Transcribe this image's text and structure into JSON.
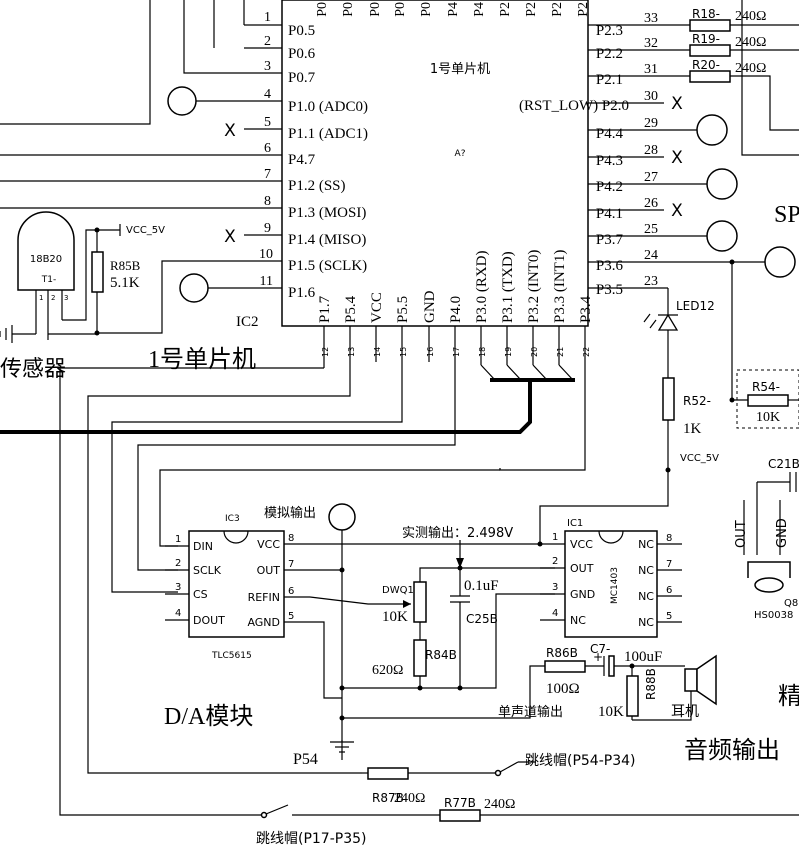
{
  "mcu": {
    "title": "1号单片机",
    "ref": "A?",
    "designator": "IC2",
    "caption": "1号单片机",
    "top_pins": [
      "P0",
      "P0",
      "P0",
      "P0",
      "P0",
      "P4",
      "P4",
      "P2",
      "P2",
      "P2",
      "P2"
    ],
    "left_pins": [
      {
        "num": "1",
        "name": "P0.5"
      },
      {
        "num": "2",
        "name": "P0.6"
      },
      {
        "num": "3",
        "name": "P0.7"
      },
      {
        "num": "4",
        "name": "P1.0 (ADC0)"
      },
      {
        "num": "5",
        "name": "P1.1 (ADC1)"
      },
      {
        "num": "6",
        "name": "P4.7"
      },
      {
        "num": "7",
        "name": "P1.2 (SS)"
      },
      {
        "num": "8",
        "name": "P1.3 (MOSI)"
      },
      {
        "num": "9",
        "name": "P1.4 (MISO)"
      },
      {
        "num": "10",
        "name": "P1.5 (SCLK)"
      },
      {
        "num": "11",
        "name": "P1.6"
      }
    ],
    "bottom_pins": [
      {
        "num": "12",
        "name": "P1.7"
      },
      {
        "num": "13",
        "name": "P5.4"
      },
      {
        "num": "14",
        "name": "VCC"
      },
      {
        "num": "15",
        "name": "P5.5"
      },
      {
        "num": "16",
        "name": "GND"
      },
      {
        "num": "17",
        "name": "P4.0"
      },
      {
        "num": "18",
        "name": "P3.0 (RXD)"
      },
      {
        "num": "19",
        "name": "P3.1 (TXD)"
      },
      {
        "num": "20",
        "name": "P3.2 (INT0)"
      },
      {
        "num": "21",
        "name": "P3.3 (INT1)"
      },
      {
        "num": "22",
        "name": "P3.4"
      }
    ],
    "right_pins": [
      {
        "num": "33",
        "name": "P2.3"
      },
      {
        "num": "32",
        "name": "P2.2"
      },
      {
        "num": "31",
        "name": "P2.1"
      },
      {
        "num": "30",
        "name": "(RST_LOW) P2.0"
      },
      {
        "num": "29",
        "name": "P4.4"
      },
      {
        "num": "28",
        "name": "P4.3"
      },
      {
        "num": "27",
        "name": "P4.2"
      },
      {
        "num": "26",
        "name": "P4.1"
      },
      {
        "num": "25",
        "name": "P3.7"
      },
      {
        "num": "24",
        "name": "P3.6"
      },
      {
        "num": "23",
        "name": "P3.5"
      }
    ]
  },
  "right_resistors": [
    {
      "ref": "R18-",
      "value": "240Ω"
    },
    {
      "ref": "R19-",
      "value": "240Ω"
    },
    {
      "ref": "R20-",
      "value": "240Ω"
    }
  ],
  "no_connect_mark": "X",
  "sensor": {
    "part": "18B20",
    "ref": "T1-",
    "caption": "传感器",
    "resistor_ref": "R85B",
    "resistor_value": "5.1K",
    "vcc": "VCC_5V"
  },
  "led": {
    "ref": "LED12",
    "resistor_ref": "R52-",
    "resistor_value": "1K",
    "vcc": "VCC_5V"
  },
  "dac": {
    "designator": "IC3",
    "part": "TLC5615",
    "pins_left": [
      {
        "num": "1",
        "name": "DIN"
      },
      {
        "num": "2",
        "name": "SCLK"
      },
      {
        "num": "3",
        "name": "CS"
      },
      {
        "num": "4",
        "name": "DOUT"
      }
    ],
    "pins_right": [
      {
        "num": "8",
        "name": "VCC"
      },
      {
        "num": "7",
        "name": "OUT"
      },
      {
        "num": "6",
        "name": "REFIN"
      },
      {
        "num": "5",
        "name": "AGND"
      }
    ],
    "analog_out_label": "模拟输出",
    "module_label": "D/A模块"
  },
  "ref_chip": {
    "designator": "IC1",
    "part": "MC1403",
    "pins_left": [
      {
        "num": "1",
        "name": "VCC"
      },
      {
        "num": "2",
        "name": "OUT"
      },
      {
        "num": "3",
        "name": "GND"
      },
      {
        "num": "4",
        "name": "NC"
      }
    ],
    "pins_right": [
      {
        "num": "8",
        "name": "NC"
      },
      {
        "num": "7",
        "name": "NC"
      },
      {
        "num": "6",
        "name": "NC"
      },
      {
        "num": "5",
        "name": "NC"
      }
    ],
    "measured": "实测输出：2.498V"
  },
  "pot": {
    "ref": "DWQ1",
    "value": "10K"
  },
  "r84": {
    "ref": "R84B",
    "value": "620Ω"
  },
  "cap": {
    "value": "0.1uF",
    "ref": "C25B"
  },
  "audio": {
    "r86_ref": "R86B",
    "r86_value": "100Ω",
    "c7_ref": "C7-",
    "c7_value": "100uF",
    "r88_ref": "R88B",
    "r88_value": "10K",
    "mono_label": "单声道输出",
    "earphone": "耳机",
    "caption": "音频输出"
  },
  "jumpers": {
    "p54_label": "P54",
    "j1": "跳线帽(P54-P34)",
    "r87_ref": "R87B",
    "r87_value": "240Ω",
    "j2": "跳线帽(P17-P35)",
    "r77_ref": "R77B",
    "r77_value": "240Ω"
  },
  "right_edge": {
    "sp": "SP",
    "r54_ref": "R54-",
    "r54_value": "10K",
    "c21": "C21B",
    "ir_out": "OUT",
    "ir_gnd": "GND",
    "ir_part": "HS0038",
    "ir_ref": "Q8",
    "jing": "精"
  }
}
